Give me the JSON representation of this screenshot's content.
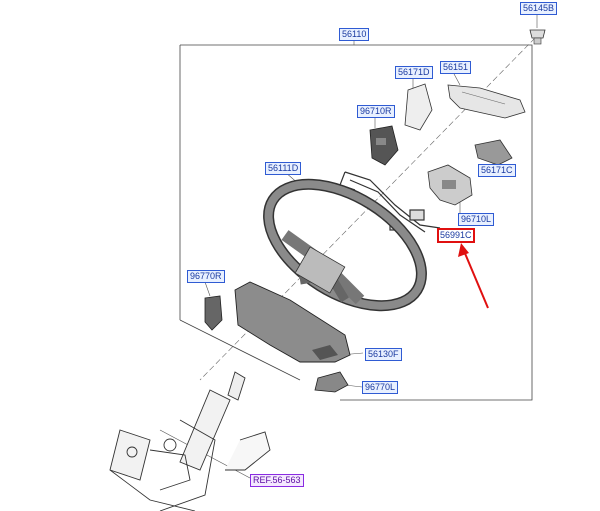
{
  "labels": {
    "p56145B": "56145B",
    "p56110": "56110",
    "p56171D": "56171D",
    "p56151": "56151",
    "p96710R": "96710R",
    "p56111D": "56111D",
    "p56171C": "56171C",
    "p96710L": "96710L",
    "p56991C": "56991C",
    "p96770R": "96770R",
    "p56130F": "56130F",
    "p96770L": "96770L",
    "ref": "REF.56-563"
  },
  "colors": {
    "highlight": "#e01010",
    "label_border": "#2f5bd3",
    "ref_border": "#8a2be2"
  }
}
